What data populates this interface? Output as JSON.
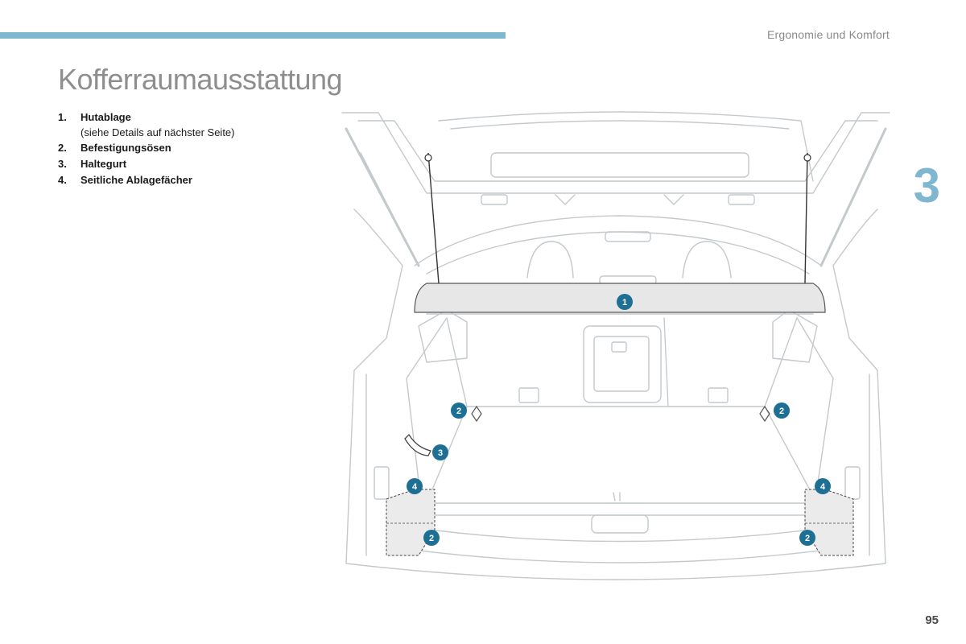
{
  "header": {
    "section": "Ergonomie und Komfort"
  },
  "page": {
    "title": "Kofferraumausstattung",
    "chapter": "3",
    "number": "95"
  },
  "legend": [
    {
      "num": "1.",
      "label": "Hutablage",
      "sub": "(siehe Details auf nächster Seite)"
    },
    {
      "num": "2.",
      "label": "Befestigungsösen",
      "sub": ""
    },
    {
      "num": "3.",
      "label": "Haltegurt",
      "sub": ""
    },
    {
      "num": "4.",
      "label": "Seitliche Ablagefächer",
      "sub": ""
    }
  ],
  "callouts": [
    "1",
    "2",
    "3",
    "4"
  ],
  "colors": {
    "accent": "#7fb7d1",
    "callout": "#1e6f94",
    "line": "#c4c9cc"
  }
}
